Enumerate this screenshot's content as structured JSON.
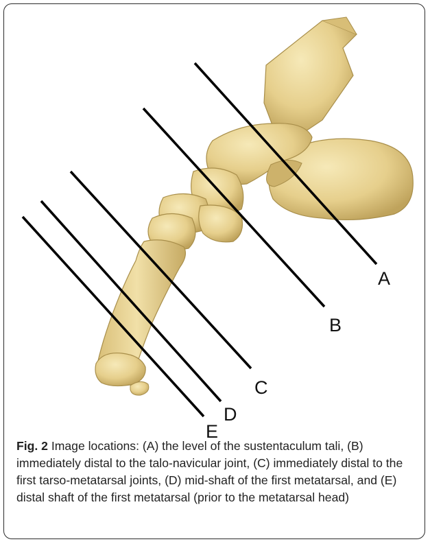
{
  "figure": {
    "image_alt": "3D bone model of the foot with five cross-sectional image planes",
    "line_labels": [
      "A",
      "B",
      "C",
      "D",
      "E"
    ],
    "colors": {
      "bone": "#E8D28F",
      "bone_shadow": "#B59A52",
      "bone_highlight": "#F5E6B0",
      "lines": "#000000",
      "frame": "#2a2a2a"
    }
  },
  "caption": {
    "label": "Fig. 2",
    "text": "Image locations: (A) the level of the sustentaculum tali, (B) immediately distal to the talo-navicular joint, (C) immediately distal to the first tarso-metatarsal joints, (D) mid-shaft of the first metatarsal, and (E) distal shaft of the first metatarsal (prior to the metatarsal head)"
  }
}
